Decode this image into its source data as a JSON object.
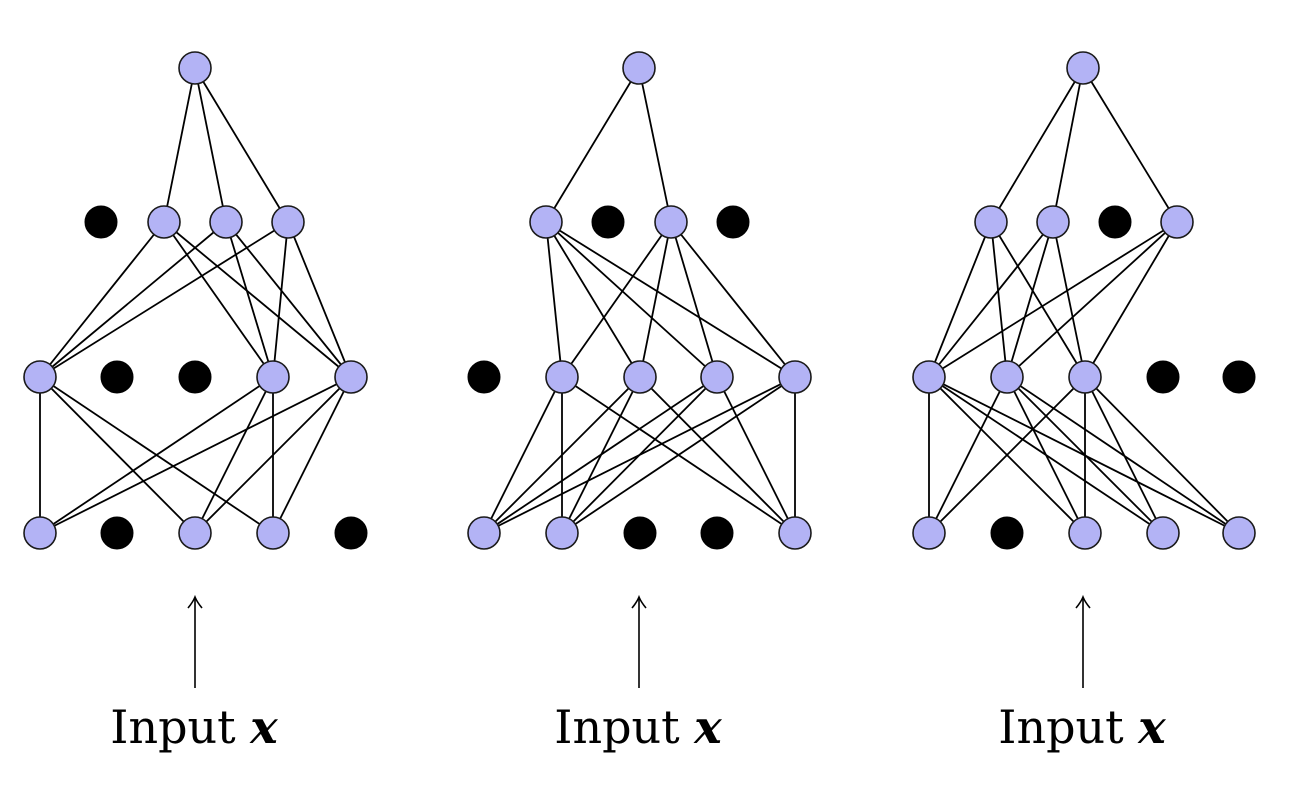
{
  "colors": {
    "active_node": "#b3b3f5",
    "dropped_node": "#000000",
    "edge": "#000000",
    "background": "#ffffff"
  },
  "networks": [
    {
      "caption_text": "Input",
      "caption_var": "x",
      "layers": [
        [
          "active"
        ],
        [
          "dropped",
          "active",
          "active",
          "active"
        ],
        [
          "active",
          "dropped",
          "dropped",
          "active",
          "active"
        ],
        [
          "active",
          "dropped",
          "active",
          "active",
          "dropped"
        ]
      ]
    },
    {
      "caption_text": "Input",
      "caption_var": "x",
      "layers": [
        [
          "active"
        ],
        [
          "active",
          "dropped",
          "active",
          "dropped"
        ],
        [
          "dropped",
          "active",
          "active",
          "active",
          "active"
        ],
        [
          "active",
          "active",
          "dropped",
          "dropped",
          "active"
        ]
      ]
    },
    {
      "caption_text": "Input",
      "caption_var": "x",
      "layers": [
        [
          "active"
        ],
        [
          "active",
          "active",
          "dropped",
          "active"
        ],
        [
          "active",
          "active",
          "active",
          "dropped",
          "dropped"
        ],
        [
          "active",
          "dropped",
          "active",
          "active",
          "active"
        ]
      ]
    }
  ]
}
